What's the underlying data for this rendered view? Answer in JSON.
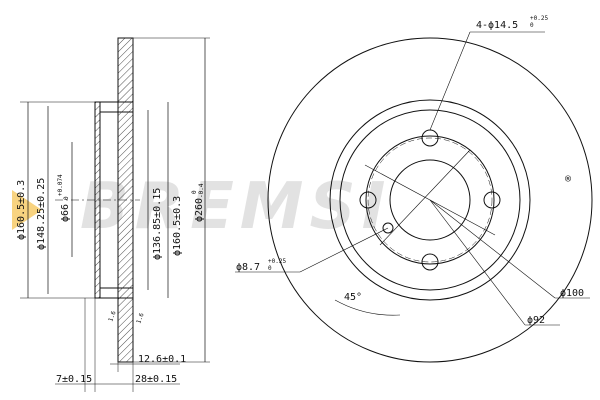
{
  "watermark": {
    "text": "BREMSI",
    "registered": "®",
    "accent": "#f5c04a"
  },
  "side_view": {
    "dims": {
      "d_outer_hat": "ϕ160.5±0.3",
      "d_inner_hat": "ϕ148.25±0.25",
      "d_center": "ϕ66",
      "d_center_tol_upper": "+0.074",
      "d_center_tol_lower": "0",
      "d_friction_inner": "ϕ136.85±0.15",
      "d_hat_right": "ϕ160.5±0.3",
      "d_disc": "ϕ260",
      "d_disc_tol_upper": "0",
      "d_disc_tol_lower": "-0.4",
      "thickness": "12.6±0.1",
      "hat_flange": "7±0.15",
      "height": "28±0.15",
      "roughness_left": "1.6",
      "roughness_right": "1.6"
    }
  },
  "front_view": {
    "dims": {
      "holes": "4-ϕ14.5",
      "holes_tol_upper": "+0.25",
      "holes_tol_lower": "0",
      "pin_hole": "ϕ8.7",
      "pin_hole_tol_upper": "+0.25",
      "pin_hole_tol_lower": "0",
      "angle": "45°",
      "pcd": "ϕ100",
      "d_center": "ϕ92"
    }
  }
}
